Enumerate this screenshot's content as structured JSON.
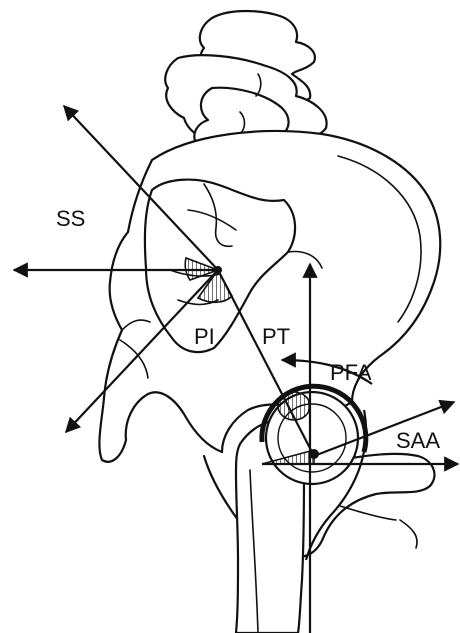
{
  "labels": {
    "ss": "SS",
    "pi": "PI",
    "pt": "PT",
    "pfa": "PFA",
    "saa": "SAA"
  },
  "colors": {
    "line": "#111111",
    "background": "#ffffff"
  }
}
